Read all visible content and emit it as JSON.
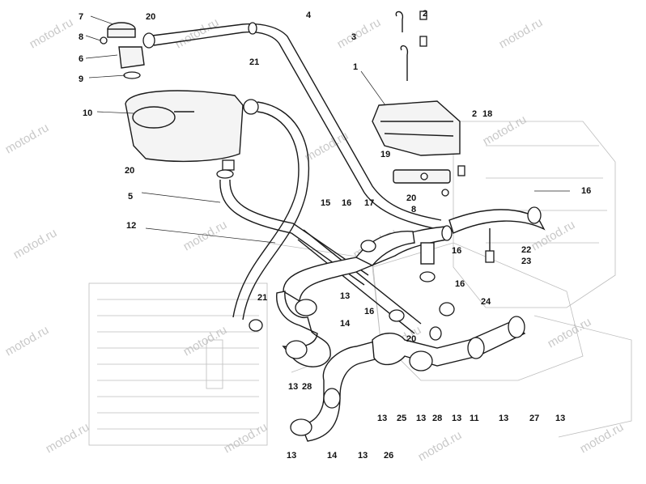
{
  "diagram": {
    "watermark": "motod.ru",
    "callouts": {
      "n7": "7",
      "n20a": "20",
      "n4": "4",
      "n2a": "2",
      "n8a": "8",
      "n3": "3",
      "n6": "6",
      "n21a": "21",
      "n9": "9",
      "n1": "1",
      "n10": "10",
      "n2b": "2",
      "n18": "18",
      "n19": "19",
      "n20b": "20",
      "n20c": "20",
      "n8b": "8",
      "n16a": "16",
      "n5": "5",
      "n15": "15",
      "n16b": "16",
      "n17": "17",
      "n12": "12",
      "n16c": "16",
      "n22": "22",
      "n23": "23",
      "n13a": "13",
      "n16d": "16",
      "n21b": "21",
      "n24": "24",
      "n16e": "16",
      "n14a": "14",
      "n20d": "20",
      "n13b": "13",
      "n28a": "28",
      "n13c": "13",
      "n25": "25",
      "n13d": "13",
      "n28b": "28",
      "n13e": "13",
      "n11": "11",
      "n13f": "13",
      "n27": "27",
      "n13g": "13",
      "n13h": "13",
      "n14b": "14",
      "n13i": "13",
      "n26": "26"
    }
  }
}
